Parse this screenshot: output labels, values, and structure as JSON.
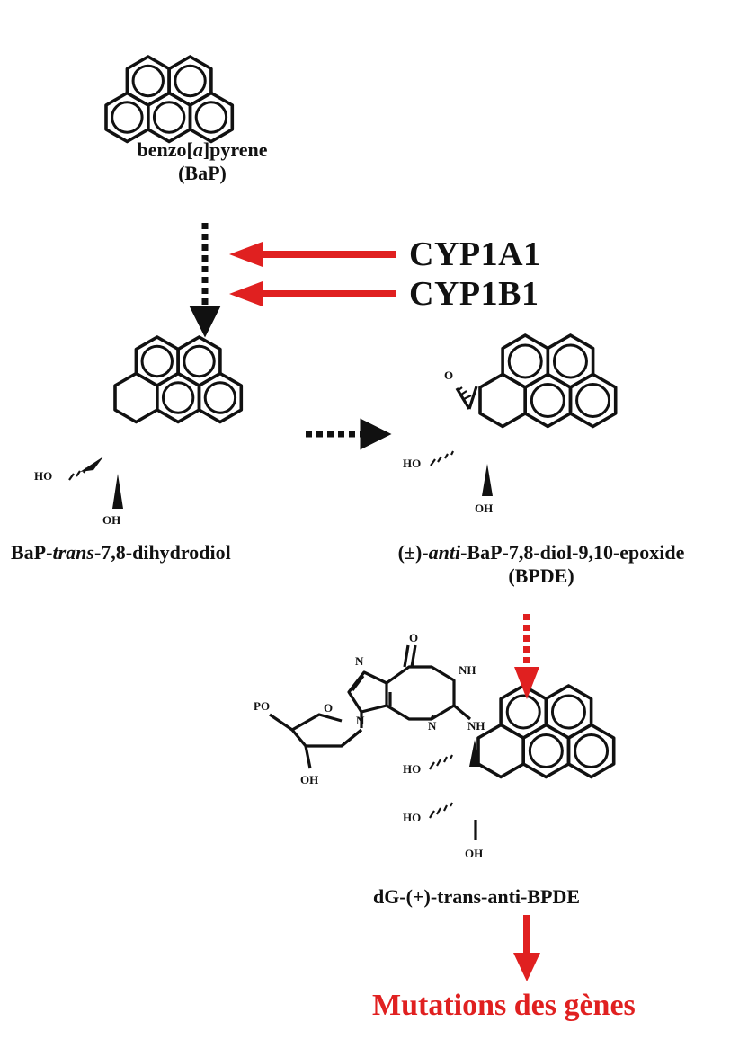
{
  "molecules": {
    "bap": {
      "line1_a": "benzo[",
      "line1_i": "a",
      "line1_b": "]pyrene",
      "line2": "(BaP)"
    },
    "dihydrodiol": {
      "a": "BaP-",
      "i": "trans",
      "b": "-7,8-dihydrodiol",
      "atom_ho": "HO",
      "atom_oh": "OH"
    },
    "bpde": {
      "a": "(±)-",
      "i": "anti",
      "b": "-BaP-7,8-diol-9,10-epoxide",
      "line2": "(BPDE)",
      "atom_o": "O",
      "atom_ho": "HO",
      "atom_oh": "OH"
    },
    "adduct": {
      "label": "dG-(+)-trans-anti-BPDE",
      "atoms": {
        "o_carbonyl": "O",
        "nh1": "NH",
        "n3": "N",
        "n7": "N",
        "n9": "N",
        "nh_link": "NH",
        "po": "PO",
        "o_ring": "O",
        "oh_sugar": "OH",
        "ho1": "HO",
        "ho2": "HO",
        "oh_bottom": "OH"
      }
    }
  },
  "enzymes": [
    "CYP1A1",
    "CYP1B1"
  ],
  "result": "Mutations  des gènes",
  "colors": {
    "arrow_red": "#e02020",
    "ink": "#111111"
  }
}
